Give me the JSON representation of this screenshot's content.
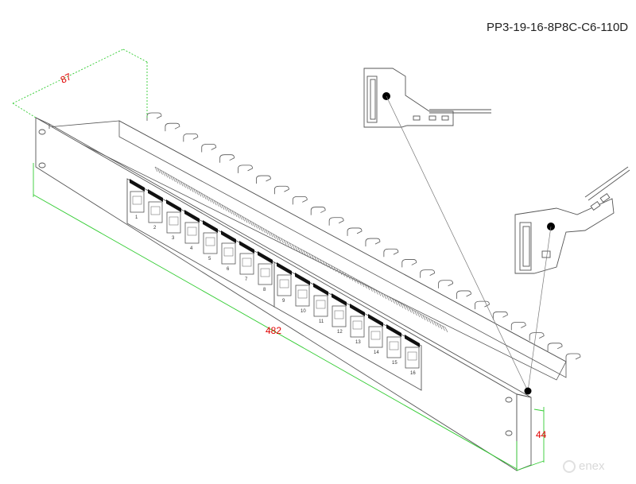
{
  "model_code": "PP3-19-16-8P8C-C6-110D",
  "dimensions": {
    "depth": "87",
    "width": "482",
    "height": "44"
  },
  "ports": [
    "1",
    "2",
    "3",
    "4",
    "5",
    "6",
    "7",
    "8",
    "9",
    "10",
    "11",
    "12",
    "13",
    "14",
    "15",
    "16"
  ],
  "brand": "enex",
  "colors": {
    "line": "#555555",
    "dimension_line": "#33cc33",
    "dimension_text": "#e00000",
    "callout_dot": "#000000"
  }
}
